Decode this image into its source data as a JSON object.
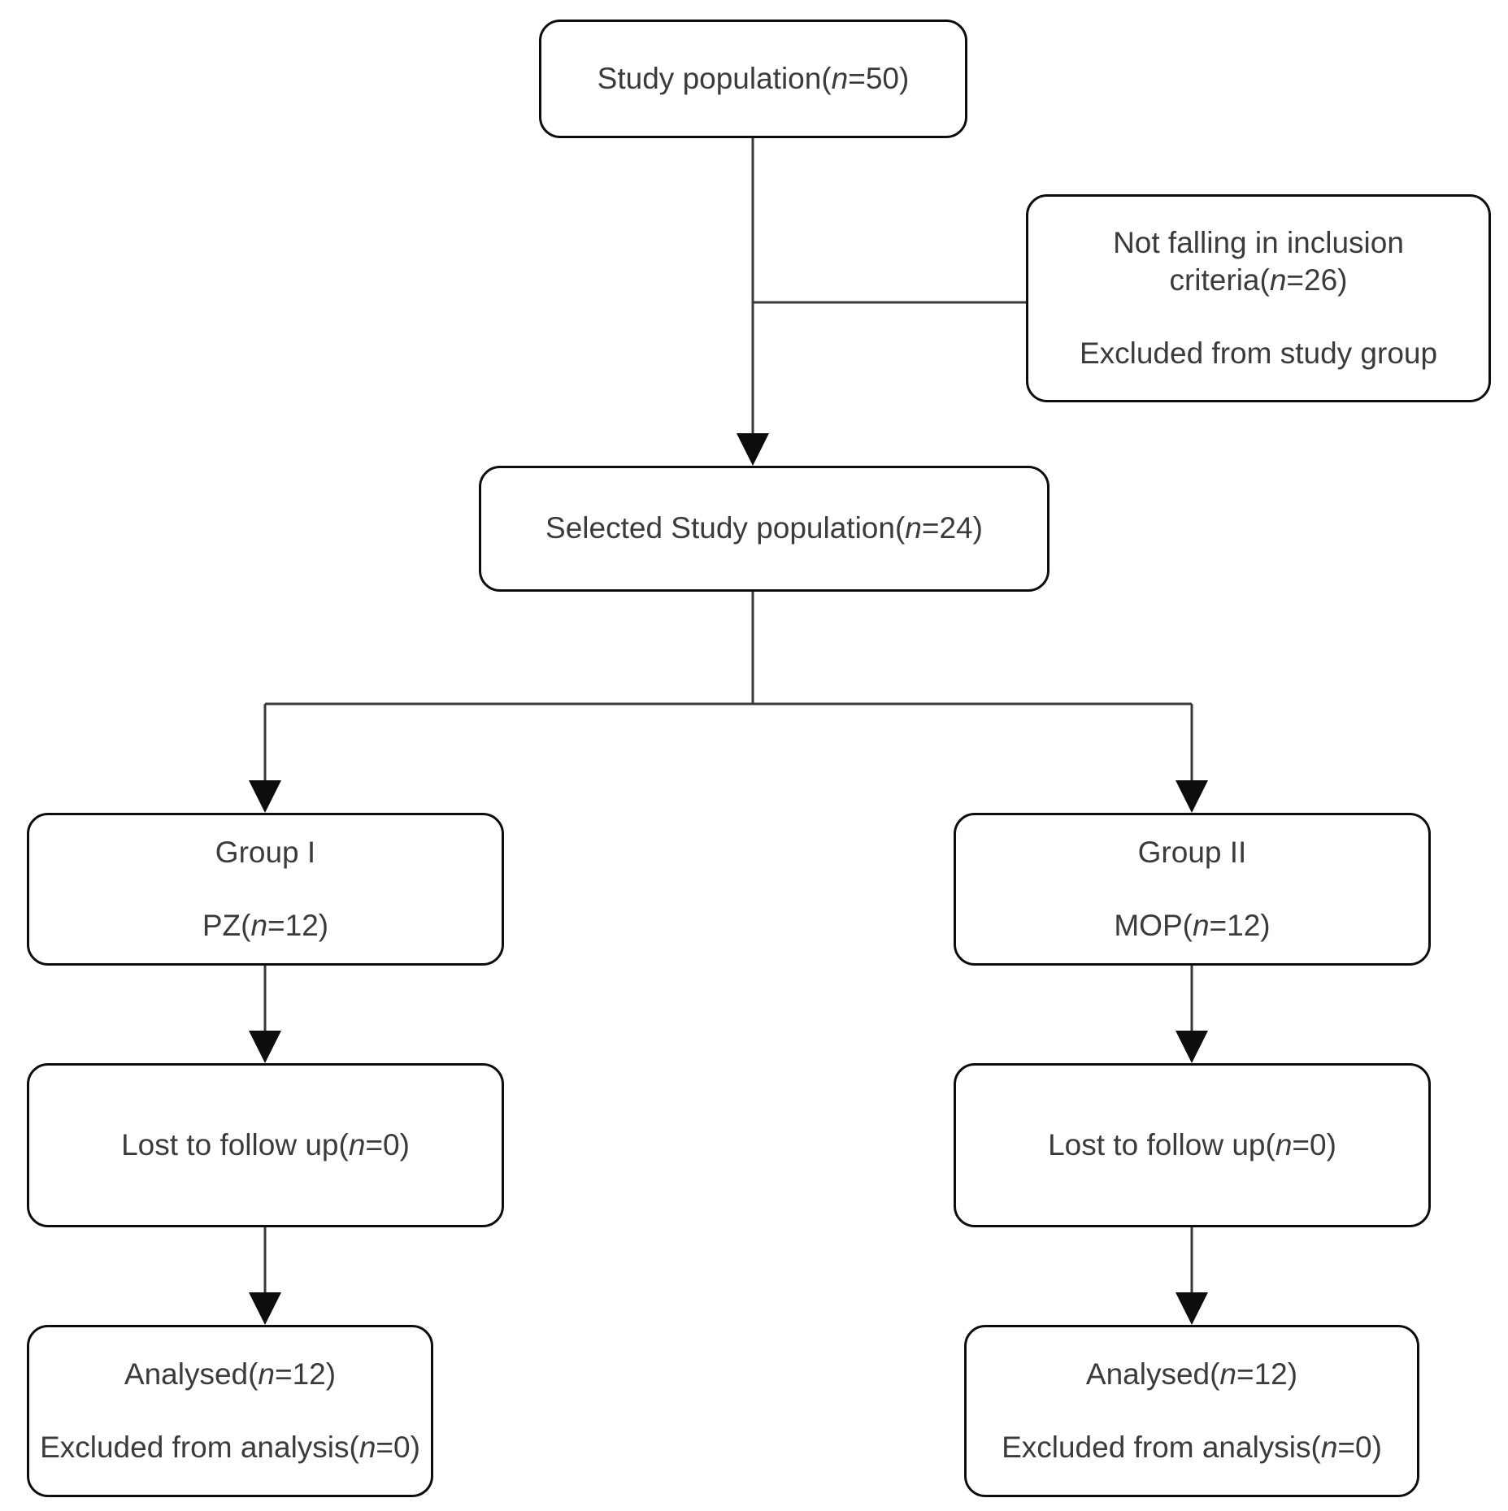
{
  "diagram": {
    "title": "CONSORT-style study flow diagram",
    "type": "flowchart",
    "colors": {
      "box_border": "#0d0d0d",
      "text": "#3b3b3b",
      "connector": "#3a3a3a",
      "background": "#ffffff"
    },
    "nodes": {
      "study_population": {
        "line1_pre": "Study population(",
        "line1_italic": "n",
        "line1_post": "=50)"
      },
      "not_falling": {
        "line1_pre": "Not falling in inclusion",
        "line2_pre": "criteria(",
        "line2_italic": "n",
        "line2_post": "=26)",
        "line3": "Excluded from study group"
      },
      "selected_population": {
        "line1_pre": "Selected Study population(",
        "line1_italic": "n",
        "line1_post": "=24)"
      },
      "group_one": {
        "line1": "Group I",
        "line2_pre": "PZ(",
        "line2_italic": "n",
        "line2_post": "=12)"
      },
      "group_two": {
        "line1": "Group II",
        "line2_pre": "MOP(",
        "line2_italic": "n",
        "line2_post": "=12)"
      },
      "lost_left": {
        "line1_pre": "Lost to follow up(",
        "line1_italic": "n",
        "line1_post": "=0)"
      },
      "lost_right": {
        "line1_pre": "Lost to follow up(",
        "line1_italic": "n",
        "line1_post": "=0)"
      },
      "analysed_left": {
        "line1_pre": "Analysed(",
        "line1_italic": "n",
        "line1_post": "=12)",
        "line2_pre": "Excluded from analysis(",
        "line2_italic": "n",
        "line2_post": "=0)"
      },
      "analysed_right": {
        "line1_pre": "Analysed(",
        "line1_italic": "n",
        "line1_post": "=12)",
        "line2_pre": "Excluded from analysis(",
        "line2_italic": "n",
        "line2_post": "=0)"
      }
    }
  }
}
